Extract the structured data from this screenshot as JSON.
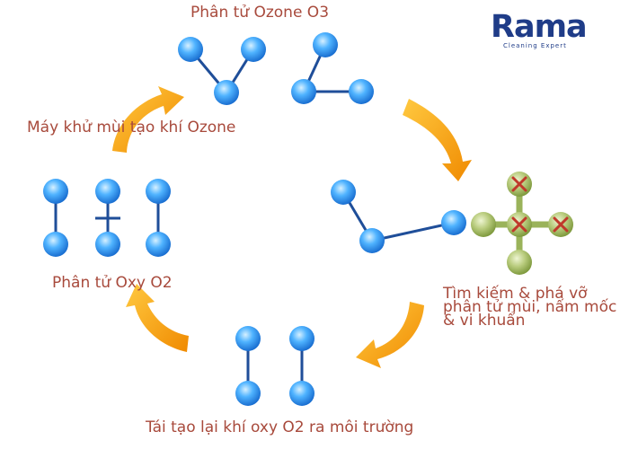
{
  "labels": {
    "top": "Phân tử Ozone O3",
    "left_upper": "Máy khử mùi tạo khí Ozone",
    "left_lower": "Phân tử Oxy O2",
    "right_lines": [
      "Tìm kiếm & phá vỡ",
      "phân tử mùi, nấm mốc",
      "& vi khuẩn"
    ],
    "bottom": "Tái tạo lại khí oxy O2 ra môi trường"
  },
  "logo": {
    "word": "Rama",
    "tagline": "Cleaning Expert"
  },
  "colors": {
    "label_text": "#a84a3c",
    "molecule_blue": "#1e88e5",
    "molecule_bond": "#1f4e99",
    "odor_green": "#9ab35a",
    "cross_red": "#c0392b",
    "arrow_orange": "#f5a623",
    "brand_blue": "#1f3c88"
  },
  "icons": [
    "oxygen-atom-icon",
    "odor-molecule-icon",
    "cycle-arrow-icon",
    "cross-mark-icon",
    "rama-logo-icon"
  ]
}
